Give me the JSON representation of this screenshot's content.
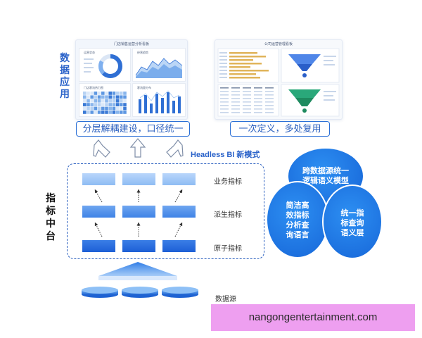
{
  "app_label_chars": [
    "数",
    "据",
    "应",
    "用"
  ],
  "dashboard_left": {
    "title": "门店销售运营分析看板",
    "tiles": [
      "运营状态",
      "经营趋势",
      "门店客流热力图",
      "客流量分布"
    ]
  },
  "dashboard_right": {
    "title": "公司运营管理看板"
  },
  "banner_left": "分层解耦建设，口径统一",
  "banner_right": "一次定义，多处复用",
  "mode_title": "Headless BI 新模式",
  "center_label_chars": [
    "指",
    "标",
    "中",
    "台"
  ],
  "layers": {
    "business": "业务指标",
    "derived": "派生指标",
    "atomic": "原子指标"
  },
  "data_source_label": "数据源",
  "circles": {
    "top": [
      "跨数据源统一",
      "逻辑语义模型"
    ],
    "left": [
      "简洁高",
      "效指标",
      "分析查",
      "询语言"
    ],
    "right": [
      "统一指",
      "标查询",
      "语义层"
    ]
  },
  "watermark": "nangongentertainment.com",
  "colors": {
    "accent": "#2a6fd6",
    "circle": "#1f78e6",
    "watermark_bg": "#ee9ff0"
  }
}
